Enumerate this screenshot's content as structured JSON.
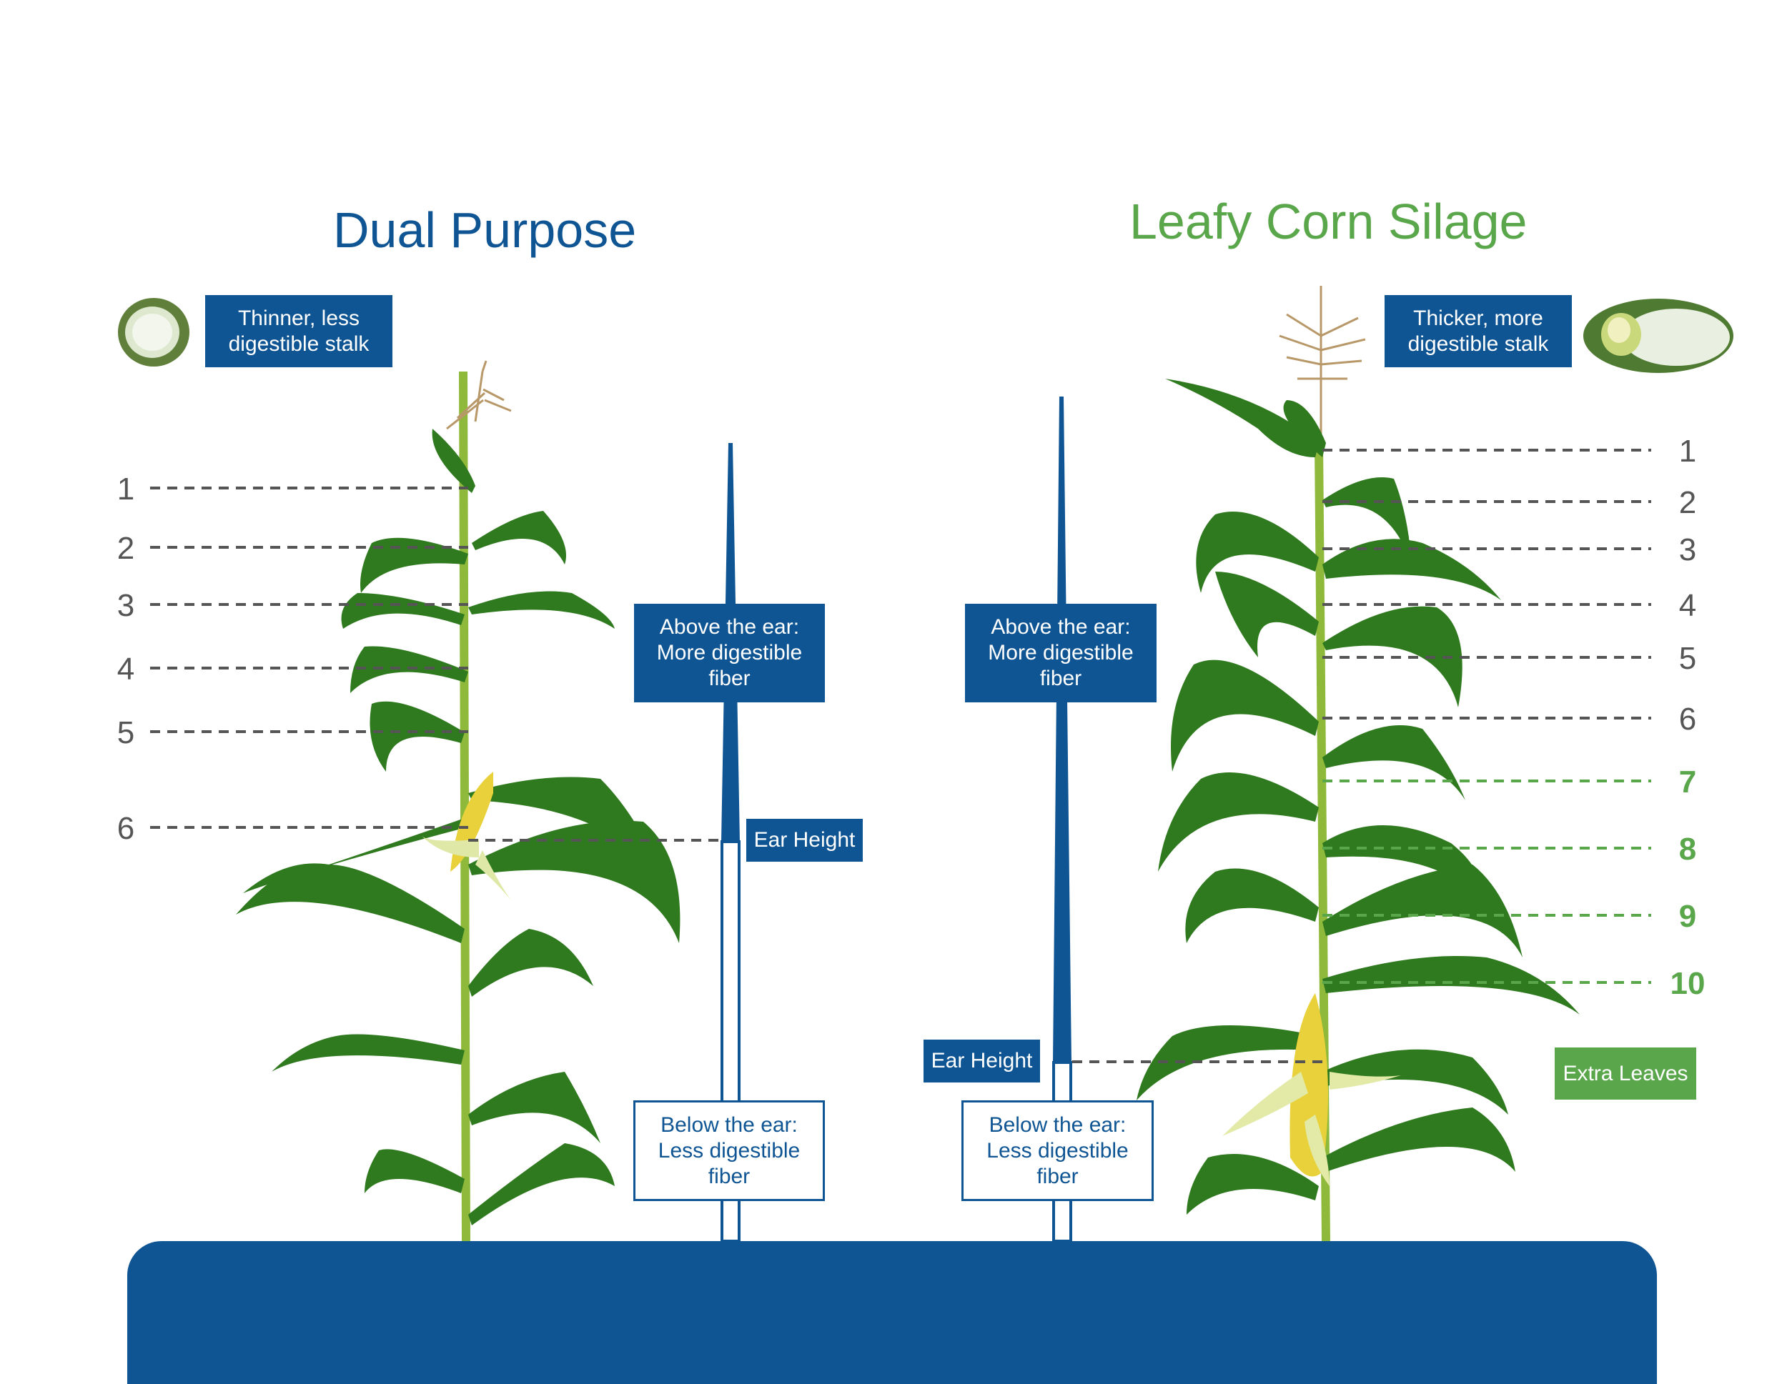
{
  "colors": {
    "blue": "#0f5593",
    "green": "#5aa64b",
    "stalk": "#8fb93a",
    "leaf": "#2f7a1e",
    "dash_gray": "#555555"
  },
  "left": {
    "title": "Dual Purpose",
    "stalk_box": "Thinner, less digestible stalk",
    "above_box": "Above the ear: More digestible fiber",
    "ear_height": "Ear Height",
    "below_box": "Below the ear: Less digestible fiber",
    "leaf_numbers": [
      "1",
      "2",
      "3",
      "4",
      "5",
      "6"
    ]
  },
  "right": {
    "title": "Leafy Corn Silage",
    "stalk_box": "Thicker, more digestible stalk",
    "above_box": "Above the ear: More digestible fiber",
    "ear_height": "Ear Height",
    "below_box": "Below the ear: Less digestible fiber",
    "leaf_numbers": [
      "1",
      "2",
      "3",
      "4",
      "5",
      "6"
    ],
    "extra_leaf_numbers": [
      "7",
      "8",
      "9",
      "10"
    ],
    "extra_leaves_label": "Extra Leaves"
  }
}
